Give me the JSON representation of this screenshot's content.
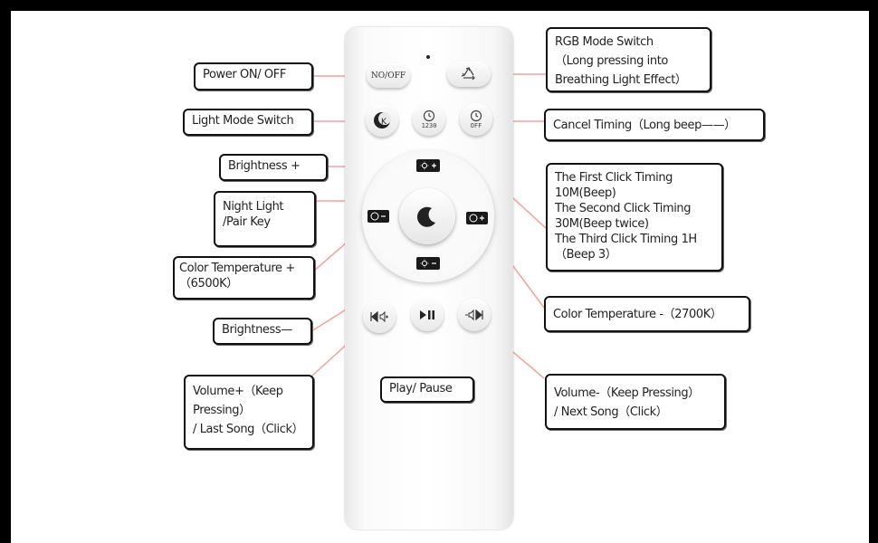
{
  "remote_buttons": {
    "power": "NO/OFF",
    "timer_1230": "1230",
    "timer_off": "OFF",
    "k_mode": "K"
  },
  "labels": {
    "power": "Power ON/ OFF",
    "light_mode": "Light Mode Switch",
    "brightness_plus": "Brightness +",
    "night_light": [
      "Night Light",
      "/Pair Key"
    ],
    "color_temp_plus": [
      "Color Temperature +",
      "（6500K）"
    ],
    "brightness_minus": "Brightness—",
    "volume_plus": [
      "Volume+（Keep",
      "Pressing）",
      "/ Last Song（Click）"
    ],
    "play_pause": "Play/ Pause",
    "rgb_mode": [
      "RGB Mode Switch",
      "（Long pressing into",
      "Breathing Light Effect）"
    ],
    "cancel_timing": "Cancel Timing（Long beep——）",
    "timing": [
      "The First Click Timing",
      "10M(Beep)",
      "The Second Click Timing",
      "30M(Beep twice)",
      "The Third Click Timing 1H",
      "（Beep 3）"
    ],
    "color_temp_minus": "Color Temperature -（2700K）",
    "volume_minus": [
      "Volume-（Keep Pressing）",
      "/ Next Song（Click）"
    ]
  },
  "colors": {
    "leader_line": "#f4a0a0",
    "box_border": "#111111"
  }
}
